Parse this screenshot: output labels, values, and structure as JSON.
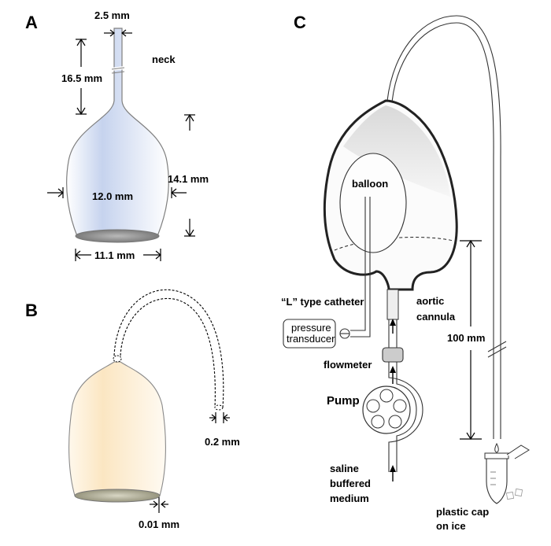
{
  "panels": {
    "a": {
      "letter": "A",
      "neck_width": "2.5 mm",
      "neck_label": "neck",
      "neck_length": "16.5 mm",
      "inner_width": "12.0 mm",
      "height": "14.1 mm",
      "base_width": "11.1 mm"
    },
    "b": {
      "letter": "B",
      "tube_wall": "0.2 mm",
      "wall_thickness": "0.01 mm"
    },
    "c": {
      "letter": "C",
      "balloon": "balloon",
      "catheter": "“L” type catheter",
      "aortic_1": "aortic",
      "aortic_2": "cannula",
      "pressure_1": "pressure",
      "pressure_2": "transducer",
      "flowmeter": "flowmeter",
      "pump": "Pump",
      "height": "100 mm",
      "saline_1": "saline",
      "saline_2": "buffered",
      "saline_3": "medium",
      "cap_1": "plastic cap",
      "cap_2": "on ice"
    }
  },
  "colors": {
    "balloon_a_fill": "#c9d6ef",
    "balloon_b_fill": "#fbe9c8",
    "opening_fill": "#8c8c8c"
  }
}
